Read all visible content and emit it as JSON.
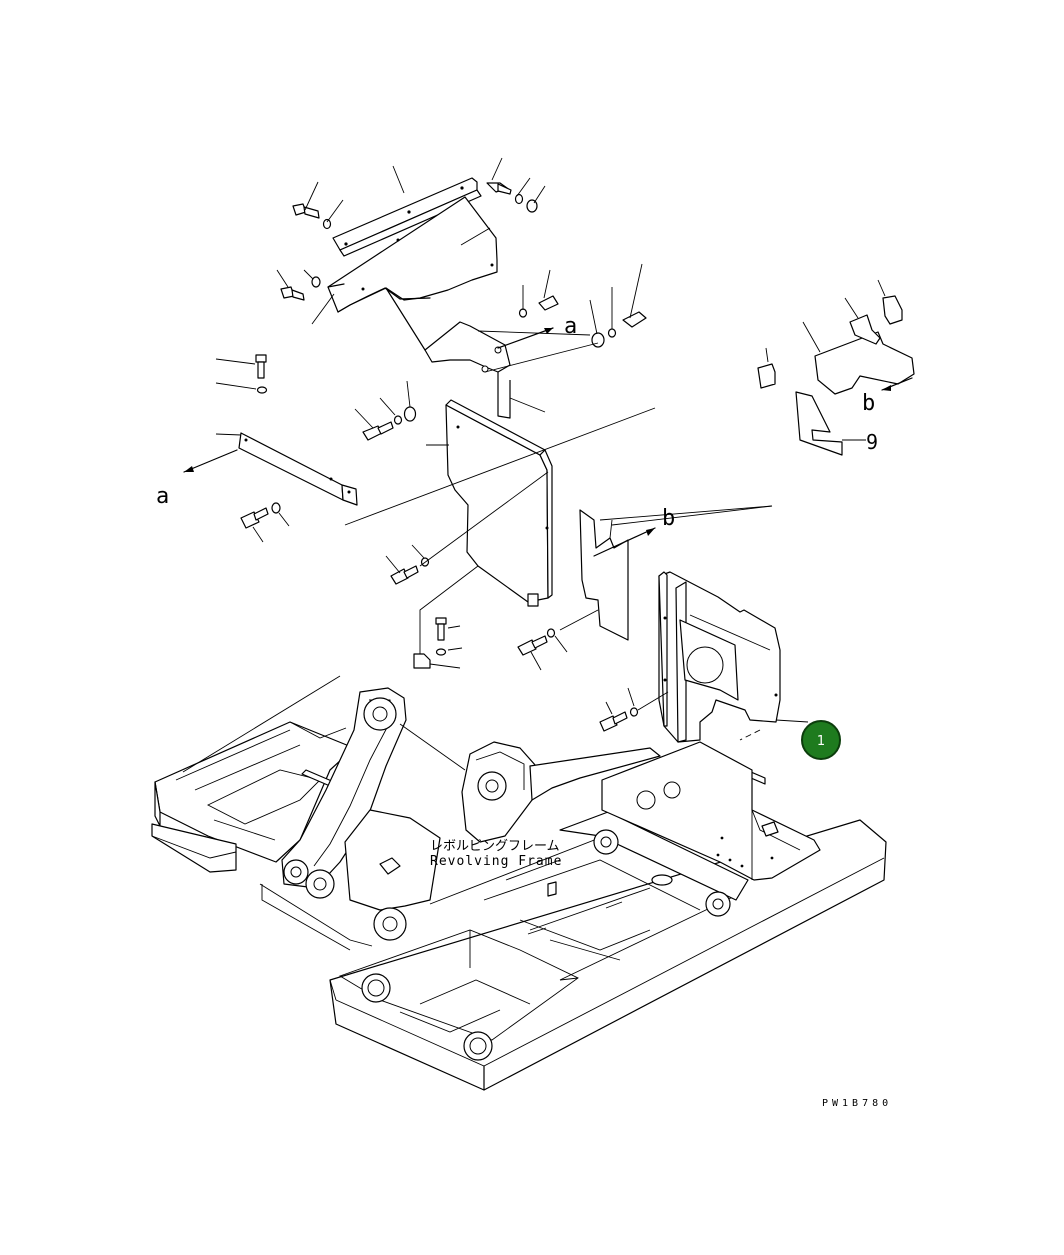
{
  "labels": {
    "ref_a_top": "a",
    "ref_a_left": "a",
    "ref_b_right": "b",
    "ref_b_mid": "b",
    "part_9": "9",
    "frame_jp": "レボルビングフレーム",
    "frame_en": "Revolving Frame",
    "drawing_code": "PW1B780"
  },
  "callouts": [
    {
      "number": "1",
      "color": "#1e7b1e"
    }
  ]
}
